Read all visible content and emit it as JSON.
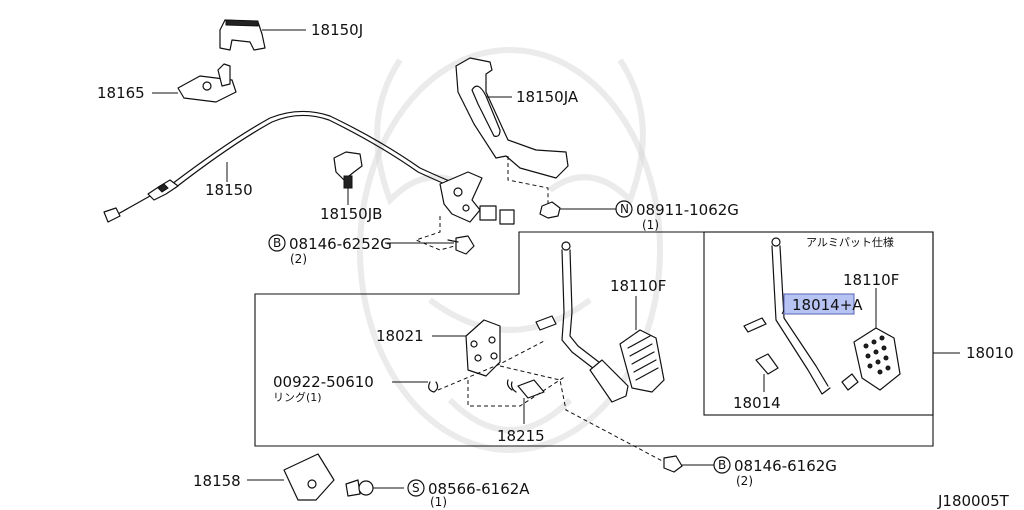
{
  "labels": {
    "p18150j": "18150J",
    "p18165": "18165",
    "p18150ja": "18150JA",
    "p18150": "18150",
    "p18150jb": "18150JB",
    "p08911_code": "08911-1062G",
    "p08911_circ": "N",
    "p08911_qty": "(1)",
    "p08146_6252_code": "08146-6252G",
    "p08146_6252_circ": "B",
    "p08146_6252_qty": "(2)",
    "jp_note": "アルミパット仕様",
    "p18110f_a": "18110F",
    "p18110f_b": "18110F",
    "p18021": "18021",
    "p18014_a": "18014+A",
    "p18010": "18010",
    "p00922": "00922-50610",
    "ring_note": "リング(1)",
    "p18014_b": "18014",
    "p18215": "18215",
    "p08146_6162_code": "08146-6162G",
    "p08146_6162_circ": "B",
    "p08146_6162_qty": "(2)",
    "p18158": "18158",
    "p08566_code": "08566-6162A",
    "p08566_circ": "S",
    "p08566_qty": "(1)",
    "diagram_id": "J180005T"
  },
  "colors": {
    "highlight": "#b7c3f2",
    "line": "#111111",
    "watermark": "#d8d8d8"
  }
}
